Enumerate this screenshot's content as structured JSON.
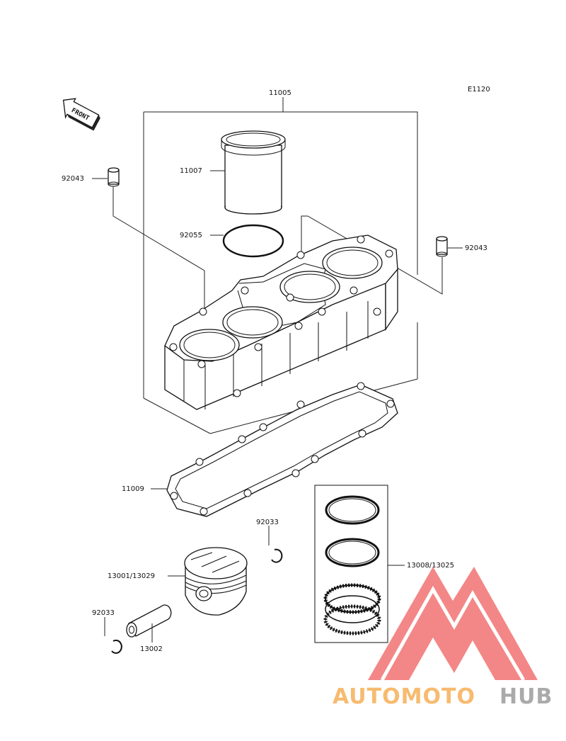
{
  "diagram_code": "E1120",
  "front_marker": "FRONT",
  "labels": {
    "cylinder_assy": "11005",
    "liner": "11007",
    "dowel_left": "92043",
    "dowel_right": "92043",
    "o_ring": "92055",
    "gasket": "11009",
    "circlip_upper": "92033",
    "piston": "13001/13029",
    "circlip_lower": "92033",
    "piston_pin": "13002",
    "ring_set": "13008/13025"
  },
  "watermark": {
    "part_a": "AUTOMOTO",
    "part_b": "HUB",
    "color_a": "#f4a23a",
    "color_b": "#8a8a8a",
    "triangle_color": "#ef5a5a"
  }
}
